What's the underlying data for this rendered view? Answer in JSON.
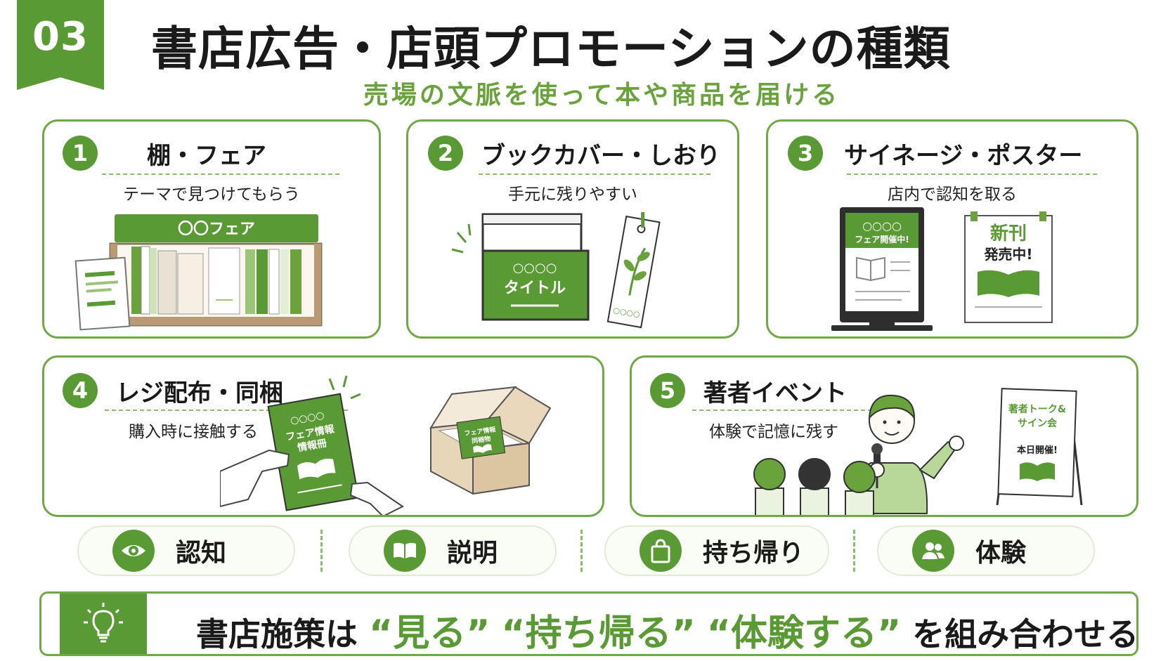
{
  "header": {
    "number": "03",
    "title": "書店広告・店頭プロモーションの種類",
    "subtitle": "売場の文脈を使って本や商品を届ける"
  },
  "cards": [
    {
      "number": "1",
      "title": "棚・フェア",
      "subtitle": "テーマで見つけてもらう",
      "illustration_text": {
        "banner": "〇〇フェア"
      }
    },
    {
      "number": "2",
      "title": "ブックカバー・しおり",
      "subtitle": "手元に残りやすい",
      "illustration_text": {
        "dots": "○○○○",
        "cover_title": "タイトル",
        "bookmark_dots": "○○○○"
      }
    },
    {
      "number": "3",
      "title": "サイネージ・ポスター",
      "subtitle": "店内で認知を取る",
      "illustration_text": {
        "screen_dots": "○○○○",
        "screen_text": "フェア開催中!",
        "poster_new": "新刊",
        "poster_sale": "発売中!"
      }
    },
    {
      "number": "4",
      "title": "レジ配布・同梱",
      "subtitle": "購入時に接触する",
      "illustration_text": {
        "flyer_dots": "○○○○",
        "flyer_line1": "フェア情報",
        "flyer_line2": "情報冊",
        "box_line1": "フェア情報",
        "box_line2": "同梱物"
      }
    },
    {
      "number": "5",
      "title": "著者イベント",
      "subtitle": "体験で記憶に残す",
      "illustration_text": {
        "board_line1": "著者トーク&",
        "board_line2": "サイン会",
        "board_line3": "本日開催!"
      }
    }
  ],
  "categories": [
    {
      "label": "認知",
      "icon": "eye-icon"
    },
    {
      "label": "説明",
      "icon": "book-icon"
    },
    {
      "label": "持ち帰り",
      "icon": "shopping-bag-icon"
    },
    {
      "label": "体験",
      "icon": "people-icon"
    }
  ],
  "banner": {
    "icon": "lightbulb-icon",
    "prefix": "書店施策は",
    "word1": "“見る”",
    "word2": "“持ち帰る”",
    "word3": "“体験する”",
    "suffix": "を組み合わせる"
  },
  "colors": {
    "accent": "#5a9a34",
    "accent_light": "#6fa844",
    "subtitle": "#6aa33c",
    "pill_border": "#e2ebd8",
    "wood": "#b99a74"
  }
}
